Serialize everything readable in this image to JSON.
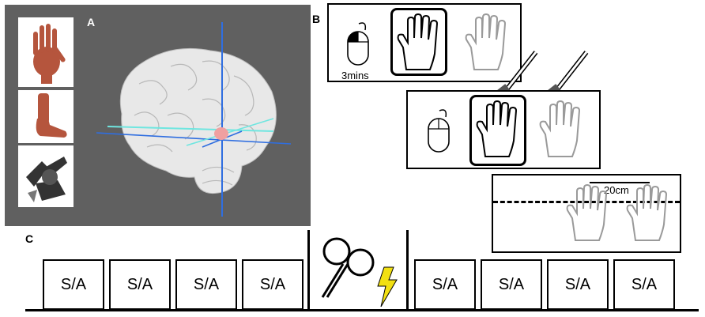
{
  "panels": {
    "a": {
      "letter": "A",
      "thumbnails": [
        "hand-image",
        "foot-image",
        "object-image"
      ]
    },
    "b": {
      "letter": "B",
      "duration_label": "3mins",
      "distance_label": "20cm"
    },
    "c": {
      "letter": "C",
      "block_label": "S/A",
      "blocks_before": 4,
      "blocks_after": 4
    }
  },
  "colors": {
    "background_a": "#606060",
    "skin": "#b5553d",
    "brain": "#e8e8e8",
    "axis_blue": "#2f6ee0",
    "axis_cyan": "#6fe6e0",
    "marker": "#f0a0a0",
    "lightning": "#f2e012",
    "gray_hand": "#9a9a9a"
  }
}
